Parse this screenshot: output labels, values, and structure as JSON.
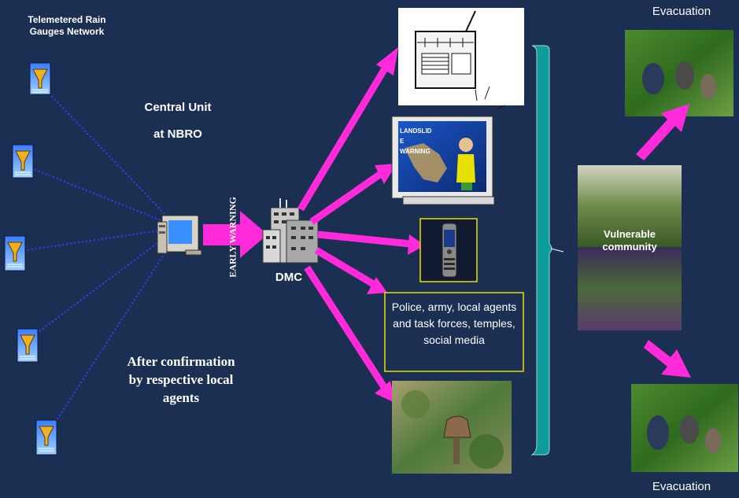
{
  "labels": {
    "network": "Telemetered Rain Gauges Network",
    "central_line1": "Central Unit",
    "central_line2": "at NBRO",
    "early_warning": "EARLY WARNING",
    "dmc": "DMC",
    "after": "After confirmation by respective local agents",
    "tv_line1": "LANDSLID",
    "tv_line2": "E",
    "tv_line3": "WARNING",
    "police": "Police, army, local agents and task forces, temples, social media",
    "vulnerable": "Vulnerable community",
    "evac_top": "Evacuation",
    "evac_bottom": "Evacuation"
  },
  "colors": {
    "background": "#1b2f52",
    "arrow": "#ff2ad9",
    "dotted_line": "#3a3cff",
    "bracket": "#0e9c9c",
    "label_box_border": "#e8e000"
  },
  "icons": {
    "gauge": "rain-gauge-icon",
    "computer": "computer-icon",
    "dmc": "building-icon",
    "radio": "radio-icon",
    "tv": "television-icon",
    "phone": "mobile-phone-icon",
    "bell": "bell-photo"
  }
}
